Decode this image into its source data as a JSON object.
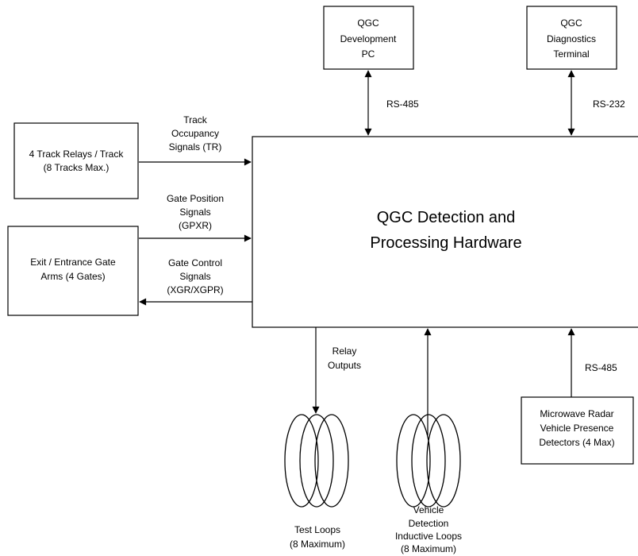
{
  "main_block": {
    "lines": [
      "QGC Detection and",
      "Processing Hardware"
    ]
  },
  "dev_pc": {
    "lines": [
      "QGC",
      "Development",
      "PC"
    ],
    "link_label": "RS-485"
  },
  "diag_terminal": {
    "lines": [
      "QGC",
      "Diagnostics",
      "Terminal"
    ],
    "link_label": "RS-232"
  },
  "track_relays": {
    "lines": [
      "4 Track Relays / Track",
      "(8 Tracks Max.)"
    ]
  },
  "track_signal": {
    "lines": [
      "Track",
      "Occupancy",
      "Signals (TR)"
    ]
  },
  "gate_arms": {
    "lines": [
      "Exit / Entrance Gate",
      "Arms (4 Gates)"
    ]
  },
  "gate_position": {
    "lines": [
      "Gate Position",
      "Signals",
      "(GPXR)"
    ]
  },
  "gate_control": {
    "lines": [
      "Gate Control",
      "Signals",
      "(XGR/XGPR)"
    ]
  },
  "relay_outputs": {
    "lines": [
      "Relay",
      "Outputs"
    ]
  },
  "test_loops": {
    "lines": [
      "Test Loops",
      "(8 Maximum)"
    ]
  },
  "vehicle_loops": {
    "lines": [
      "Vehicle",
      "Detection",
      "Inductive Loops",
      "(8 Maximum)"
    ]
  },
  "radar": {
    "lines": [
      "Microwave Radar",
      "Vehicle Presence",
      "Detectors (4 Max)"
    ],
    "link_label": "RS-485"
  }
}
